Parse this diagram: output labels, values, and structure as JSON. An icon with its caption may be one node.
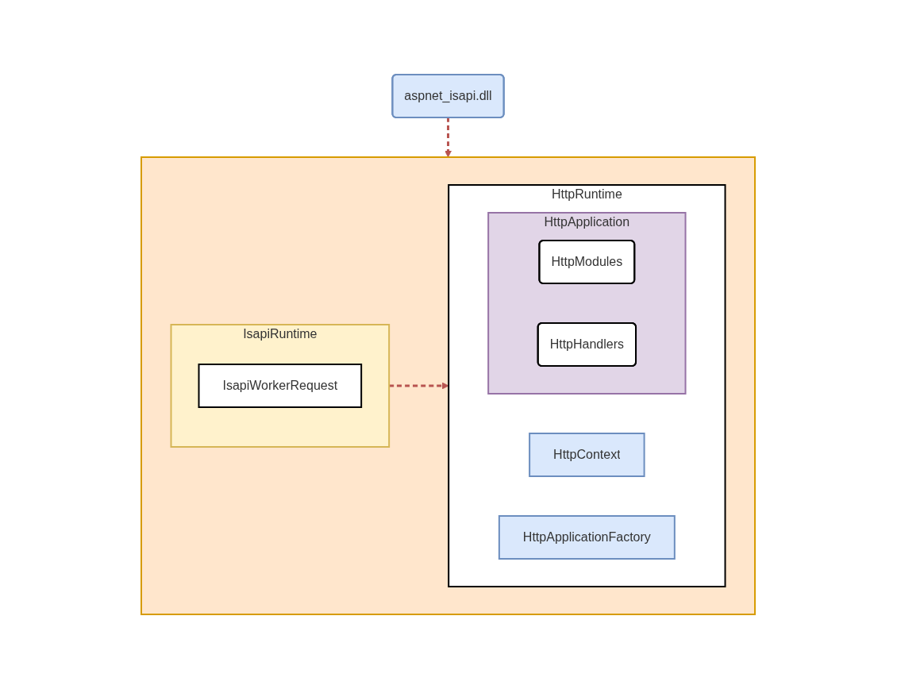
{
  "diagram": {
    "nodes": [
      {
        "text": [
          "aspnet_isapi.dll"
        ]
      },
      {
        "text": [],
        "shape": "box"
      },
      {
        "text": [
          "IsapiRuntime"
        ],
        "in": 1
      },
      {
        "text": [
          "IsapiWorkerRequest"
        ],
        "in": 2
      },
      {
        "text": [
          "HttpRuntime"
        ],
        "in": 1
      },
      {
        "text": [
          "HttpContext"
        ],
        "in": 4
      },
      {
        "text": [
          "HttpApplicationFactory"
        ],
        "in": 4
      },
      {
        "text": [
          "HttpApplication"
        ],
        "in": 4
      },
      {
        "text": [
          "HttpModules"
        ],
        "in": 7
      },
      {
        "text": [
          "HttpHandlers"
        ],
        "in": 7
      }
    ],
    "edges": [
      {
        "from": 0,
        "to": 1,
        "arrow": "to",
        "style": "dashed"
      },
      {
        "from": 2,
        "to": 4,
        "arrow": "to",
        "style": "dashed"
      }
    ]
  }
}
